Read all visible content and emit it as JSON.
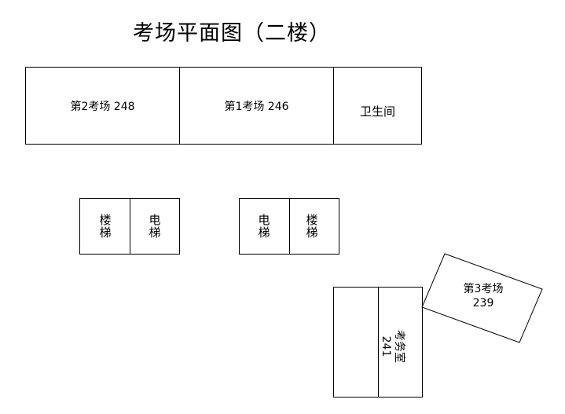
{
  "title": "考场平面图（二楼）",
  "rooms_top": {
    "room2": "第2考场  248",
    "room1": "第1考场  246",
    "restroom": "卫生间"
  },
  "stair_group_left": {
    "stairs": [
      "楼",
      "梯"
    ],
    "elevator": [
      "电",
      "梯"
    ]
  },
  "stair_group_right": {
    "elevator": [
      "电",
      "梯"
    ],
    "stairs": [
      "楼",
      "梯"
    ]
  },
  "exam_office": {
    "name": "考务室",
    "number": "241"
  },
  "room3": {
    "name": "第3考场",
    "number": "239"
  }
}
